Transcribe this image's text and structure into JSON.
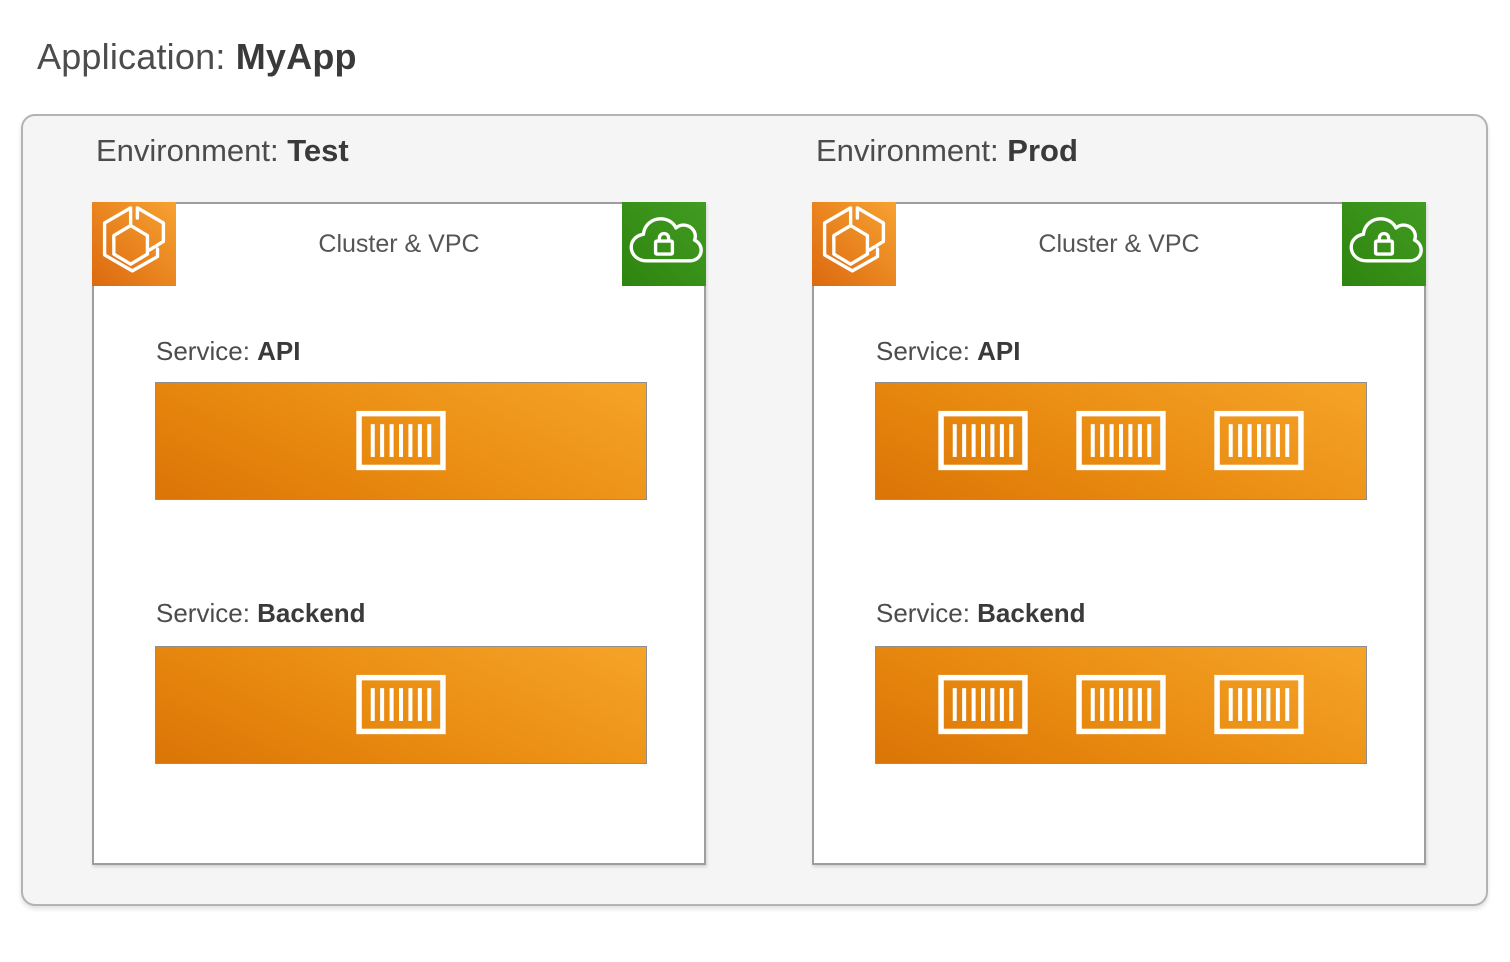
{
  "application": {
    "label": "Application:",
    "name": "MyApp"
  },
  "environments": [
    {
      "label": "Environment:",
      "name": "Test",
      "cluster": {
        "title": "Cluster & VPC",
        "icons": {
          "left": "ecs-cluster-icon",
          "right": "vpc-locked-cloud-icon"
        },
        "services": [
          {
            "label": "Service:",
            "name": "API",
            "task_count": 1
          },
          {
            "label": "Service:",
            "name": "Backend",
            "task_count": 1
          }
        ]
      }
    },
    {
      "label": "Environment:",
      "name": "Prod",
      "cluster": {
        "title": "Cluster & VPC",
        "icons": {
          "left": "ecs-cluster-icon",
          "right": "vpc-locked-cloud-icon"
        },
        "services": [
          {
            "label": "Service:",
            "name": "API",
            "task_count": 3
          },
          {
            "label": "Service:",
            "name": "Backend",
            "task_count": 3
          }
        ]
      }
    }
  ],
  "icons": {
    "ecs": "ecs-cluster-icon",
    "vpc": "vpc-locked-cloud-icon",
    "task": "container-task-icon"
  },
  "colors": {
    "orange_light": "#f5a428",
    "orange_dark": "#db7506",
    "green_light": "#429c21",
    "green_dark": "#2d840f",
    "boundary_fill": "#f5f5f5",
    "boundary_border": "#b3b3b3",
    "cluster_border": "#9e9e9e",
    "text": "#4c4c4c",
    "text_bold": "#3a3a3a"
  }
}
